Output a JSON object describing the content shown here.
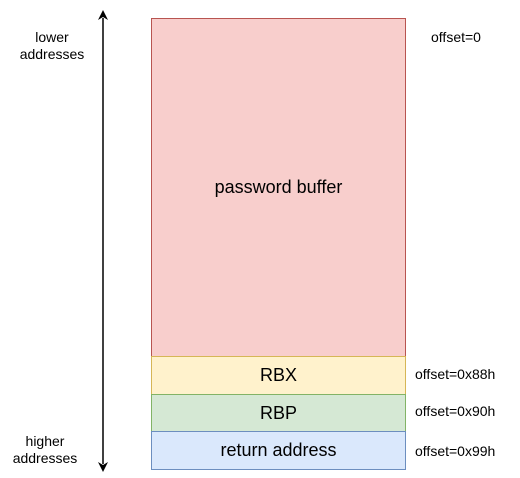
{
  "labels": {
    "lower": [
      "lower",
      "addresses"
    ],
    "higher": [
      "higher",
      "addresses"
    ]
  },
  "blocks": {
    "password_buffer": "password buffer",
    "rbx": "RBX",
    "rbp": "RBP",
    "return_address": "return address"
  },
  "offsets": {
    "start": "offset=0",
    "rbx": "offset=0x88h",
    "rbp": "offset=0x90h",
    "return_address": "offset=0x99h"
  },
  "colors": {
    "password_buffer_fill": "#f8cecc",
    "password_buffer_stroke": "#b85450",
    "rbx_fill": "#fff2cc",
    "rbx_stroke": "#d6b656",
    "rbp_fill": "#d5e8d4",
    "rbp_stroke": "#82b366",
    "return_address_fill": "#dae8fc",
    "return_address_stroke": "#6c8ebf"
  }
}
